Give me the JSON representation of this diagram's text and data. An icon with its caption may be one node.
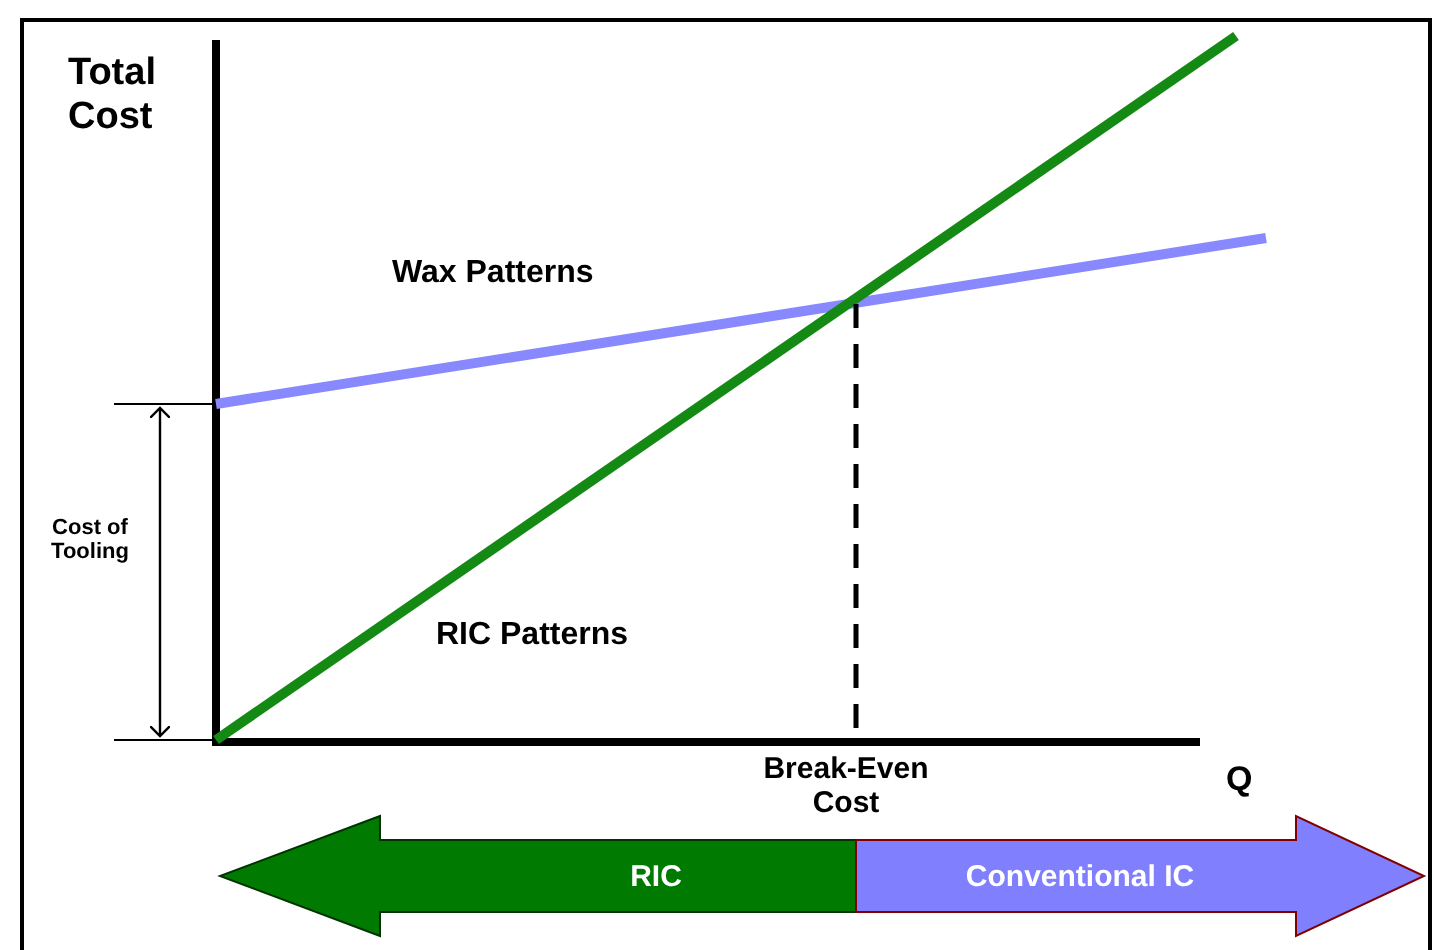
{
  "diagram": {
    "nodes": [
      {
        "text": [
          "RIC"
        ]
      },
      {
        "text": [
          "Conventional IC"
        ]
      }
    ],
    "labels": [
      "Total Cost",
      "Wax Patterns",
      "Cost of Tooling",
      "RIC Patterns",
      "Break-Even Cost",
      "Q"
    ]
  }
}
